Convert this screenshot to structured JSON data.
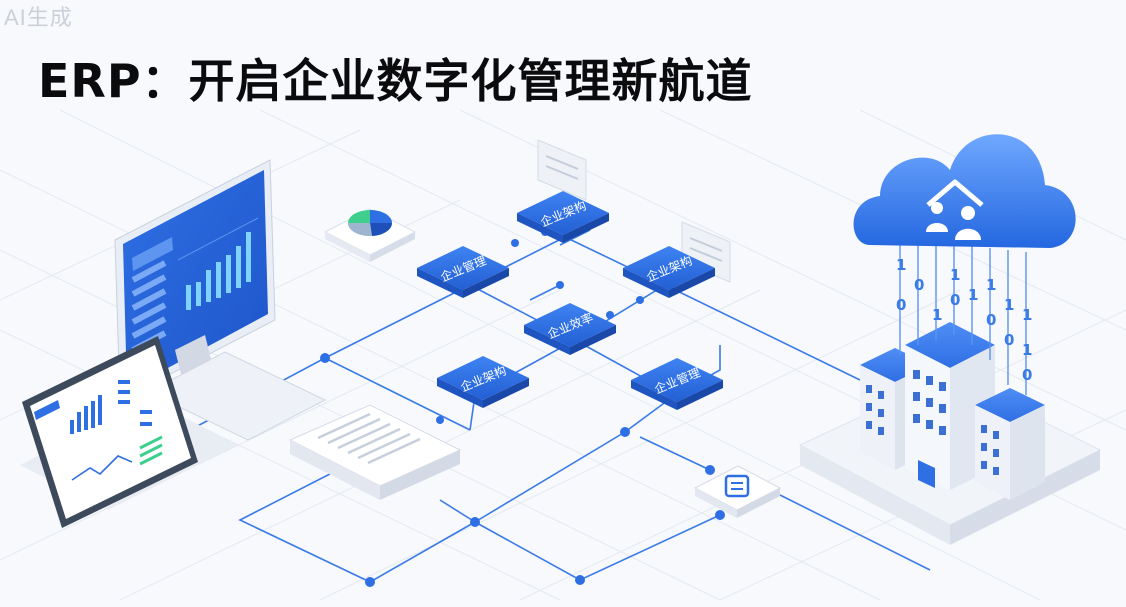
{
  "watermark": "AI生成",
  "title": "ERP：开启企业数字化管理新航道",
  "nodes": [
    {
      "id": "node-top",
      "label": "企业架构"
    },
    {
      "id": "node-left",
      "label": "企业管理"
    },
    {
      "id": "node-right",
      "label": "企业架构"
    },
    {
      "id": "node-center",
      "label": "企业效率"
    },
    {
      "id": "node-lower-left",
      "label": "企业架构"
    },
    {
      "id": "node-lower-right",
      "label": "企业管理"
    }
  ],
  "binary_digits": [
    "1",
    "0",
    "0",
    "1",
    "1",
    "0",
    "1",
    "1",
    "0",
    "1",
    "0",
    "1",
    "1",
    "0"
  ],
  "colors": {
    "accent": "#2f6fe4",
    "accent_light": "#6fa5ff",
    "line": "#3b7be8",
    "background": "#f7f9fc"
  },
  "icons": {
    "cloud": "cloud-people-icon",
    "pie": "pie-chart-icon",
    "doc": "document-icon",
    "frame": "frame-icon"
  }
}
